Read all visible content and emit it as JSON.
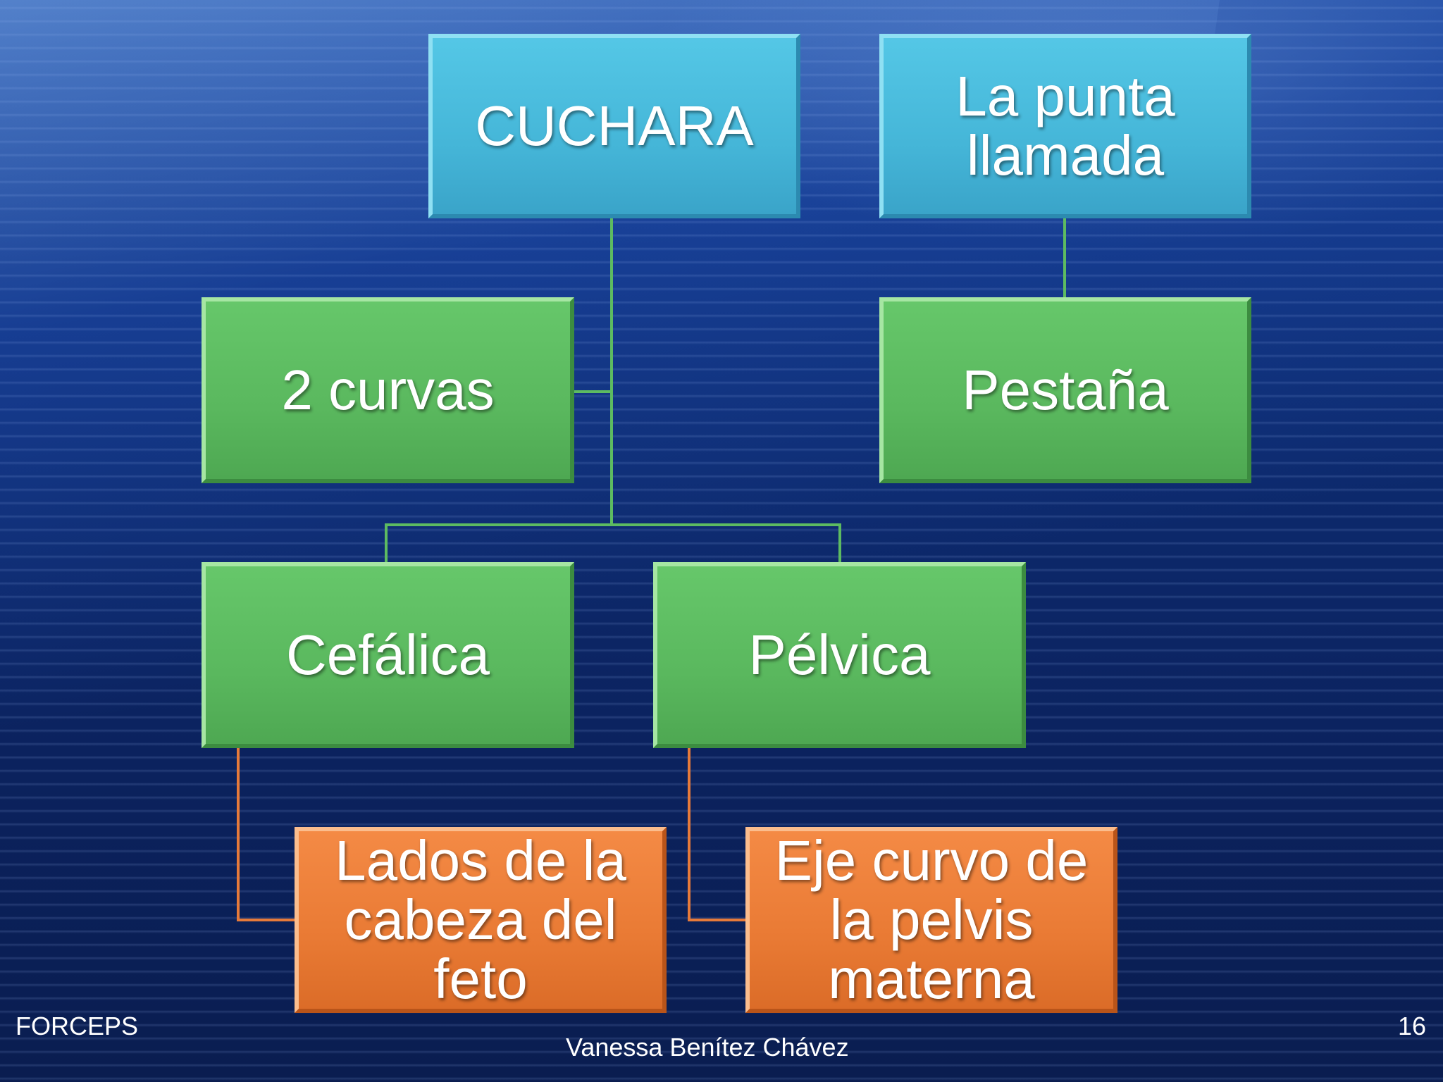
{
  "diagram": {
    "nodes": {
      "cuchara": "CUCHARA",
      "punta": "La punta llamada",
      "curvas": "2 curvas",
      "pestana": "Pestaña",
      "cefalica": "Cefálica",
      "pelvica": "Pélvica",
      "lados": "Lados de la cabeza del feto",
      "eje": "Eje curvo de la pelvis materna"
    },
    "colors": {
      "top_boxes": "#45b6d8",
      "middle_boxes": "#5ab85e",
      "bottom_boxes": "#e97a34",
      "green_connector": "#5dbb61",
      "orange_connector": "#e67a3a"
    }
  },
  "footer": {
    "title": "FORCEPS",
    "author": "Vanessa Benítez Chávez",
    "page_number": "16"
  }
}
